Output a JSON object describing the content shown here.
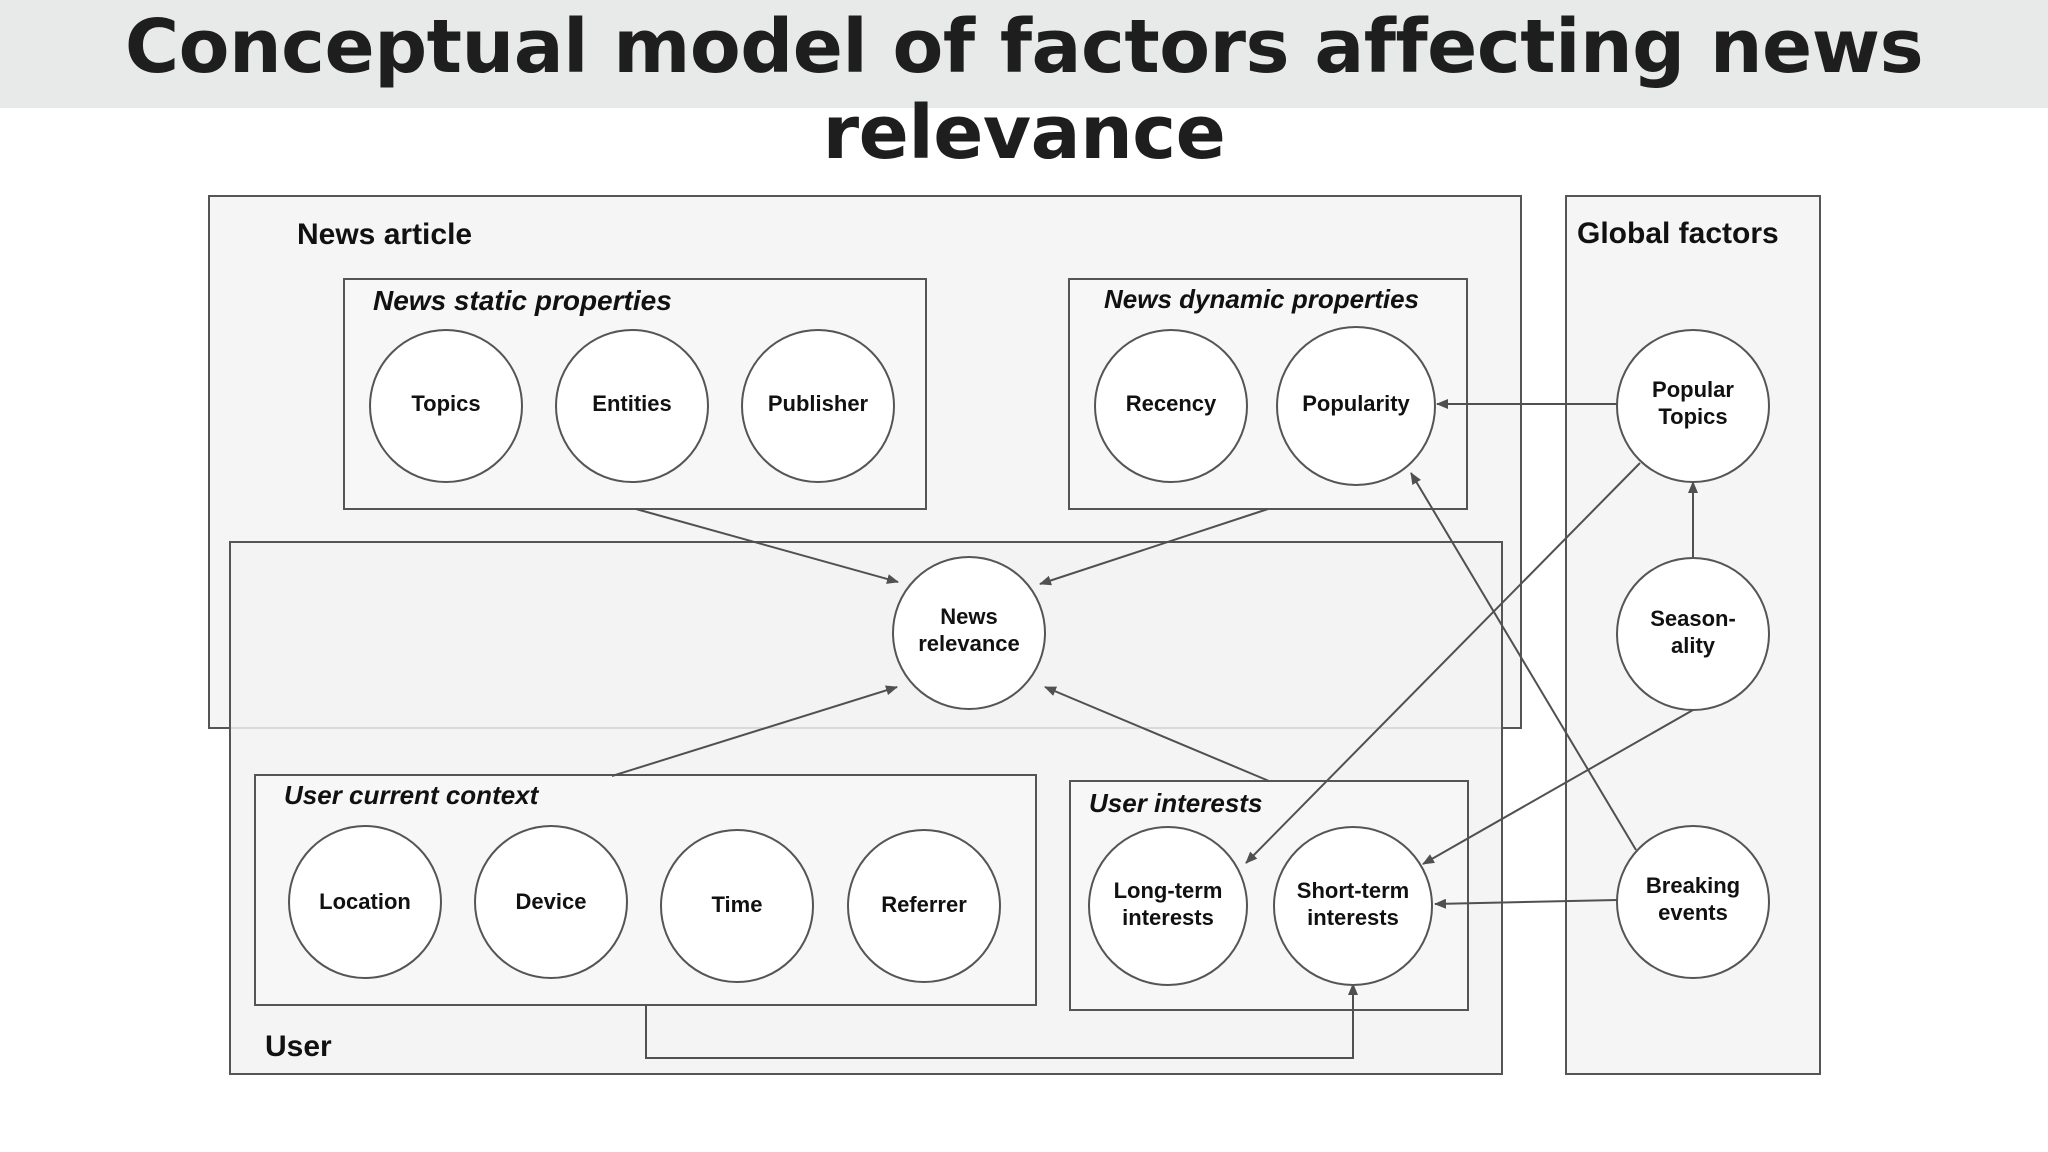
{
  "title": "Conceptual model of factors affecting news relevance",
  "groups": {
    "news_article": "News article",
    "global_factors": "Global factors",
    "user": "User"
  },
  "subgroups": {
    "static": "News static properties",
    "dynamic": "News dynamic properties",
    "context": "User current context",
    "interests": "User interests"
  },
  "nodes": {
    "topics": [
      "Topics"
    ],
    "entities": [
      "Entities"
    ],
    "publisher": [
      "Publisher"
    ],
    "recency": [
      "Recency"
    ],
    "popularity": [
      "Popularity"
    ],
    "popular_topics": [
      "Popular",
      "Topics"
    ],
    "relevance": [
      "News",
      "relevance"
    ],
    "seasonality": [
      "Season-",
      "ality"
    ],
    "location": [
      "Location"
    ],
    "device": [
      "Device"
    ],
    "time": [
      "Time"
    ],
    "referrer": [
      "Referrer"
    ],
    "long_term": [
      "Long-term",
      "interests"
    ],
    "short_term": [
      "Short-term",
      "interests"
    ],
    "breaking": [
      "Breaking",
      "events"
    ]
  },
  "colors": {
    "title_bar": "#e8eae9",
    "box_fill": "#f5f5f5",
    "stroke": "#555555",
    "arrow": "#505050"
  }
}
